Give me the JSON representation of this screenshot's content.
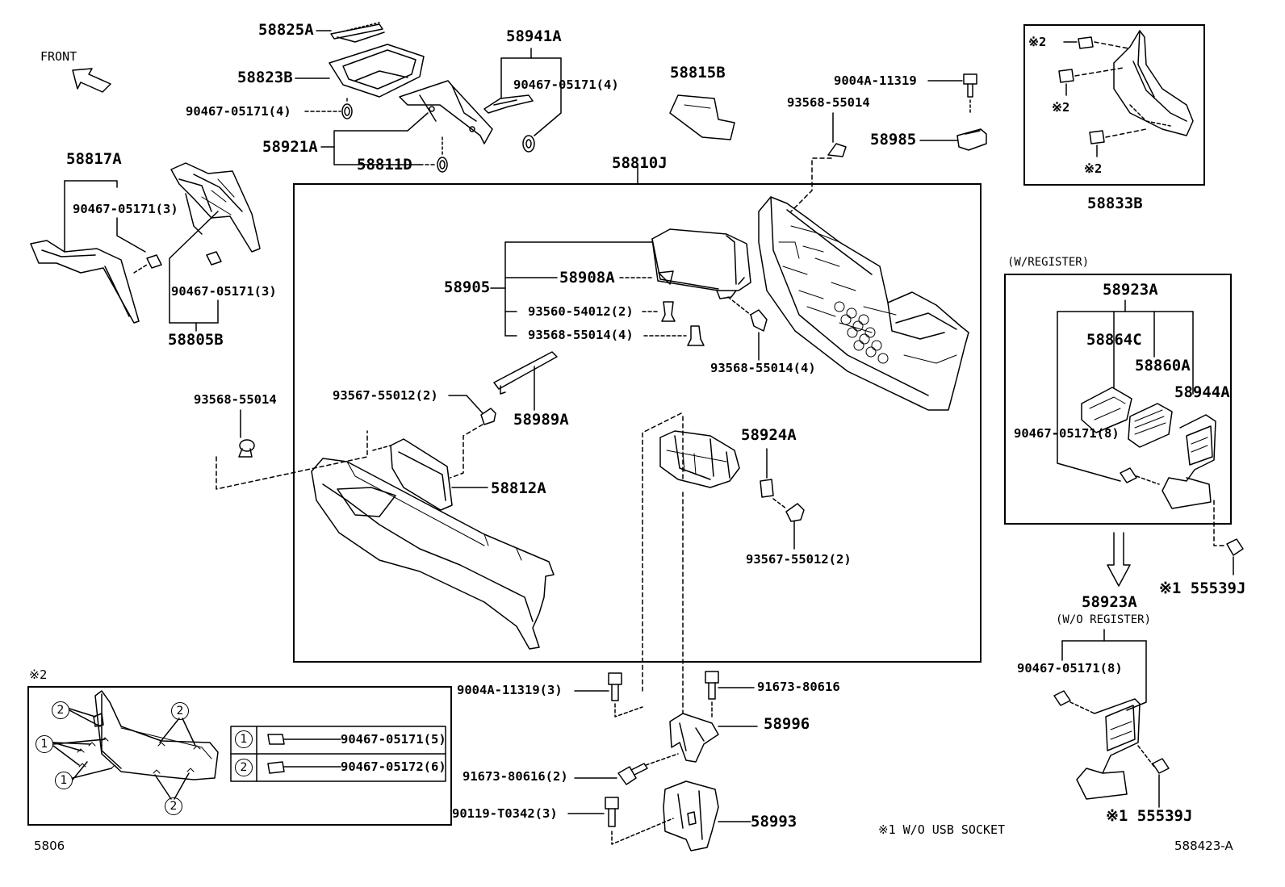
{
  "labels": {
    "front": "FRONT",
    "p58825A": "58825A",
    "p58823B": "58823B",
    "p58941A": "58941A",
    "p58815B": "58815B",
    "p9004A_11319": "9004A-11319",
    "p93568_55014_top": "93568-55014",
    "p58985": "58985",
    "p90467_05171_4_left": "90467-05171(4)",
    "p90467_05171_4_right": "90467-05171(4)",
    "p58921A": "58921A",
    "p58811D": "58811D",
    "p58810J": "58810J",
    "p58817A": "58817A",
    "p90467_05171_3_a": "90467-05171(3)",
    "p90467_05171_3_b": "90467-05171(3)",
    "p58805B": "58805B",
    "p58905": "58905",
    "p58908A": "58908A",
    "p93560_54012_2": "93560-54012(2)",
    "p93568_55014_4_a": "93568-55014(4)",
    "p93568_55014_4_b": "93568-55014(4)",
    "p93568_55014_left": "93568-55014",
    "p93567_55012_2_a": "93567-55012(2)",
    "p58989A": "58989A",
    "p58812A": "58812A",
    "p58924A": "58924A",
    "p93567_55012_2_b": "93567-55012(2)",
    "p58833B": "58833B",
    "note2_a": "※2",
    "note2_b": "※2",
    "note2_c": "※2",
    "w_register": "(W/REGISTER)",
    "p58923A_a": "58923A",
    "p58864C": "58864C",
    "p58860A": "58860A",
    "p58944A": "58944A",
    "p90467_05171_8_a": "90467-05171(8)",
    "p55539J_a": "※1 55539J",
    "p58923A_b": "58923A",
    "wo_register": "(W/O REGISTER)",
    "p90467_05171_8_b": "90467-05171(8)",
    "p55539J_b": "※1 55539J",
    "note_wo_usb": "※1 W/O USB SOCKET",
    "p9004A_11319_3": "9004A-11319(3)",
    "p91673_80616": "91673-80616",
    "p58996": "58996",
    "p91673_80616_2": "91673-80616(2)",
    "p90119_T0342_3": "90119-T0342(3)",
    "p58993": "58993",
    "inset_title": "※2",
    "legend_1": "90467-05171(5)",
    "legend_2": "90467-05172(6)",
    "circle_1": "1",
    "circle_2": "2",
    "footer_left": "5806",
    "footer_right": "588423-A"
  }
}
